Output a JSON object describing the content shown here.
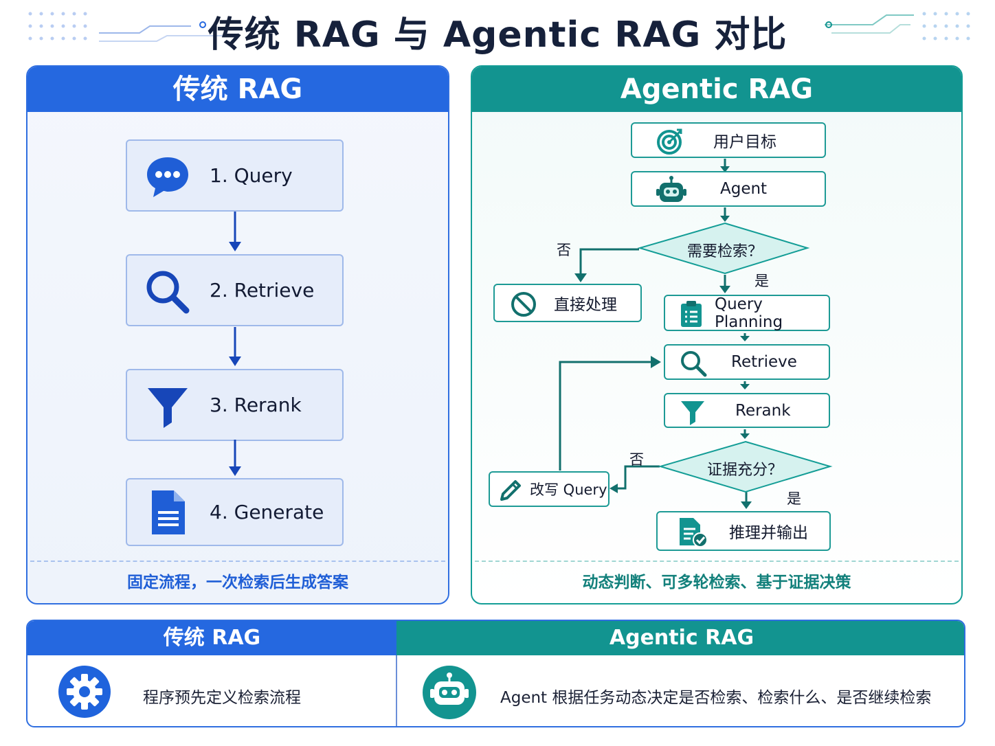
{
  "title": "传统 RAG 与 Agentic RAG 对比",
  "left": {
    "header": "传统 RAG",
    "steps": [
      {
        "label": "1. Query",
        "icon": "chat-bubble-icon"
      },
      {
        "label": "2. Retrieve",
        "icon": "search-icon"
      },
      {
        "label": "3. Rerank",
        "icon": "funnel-icon"
      },
      {
        "label": "4. Generate",
        "icon": "document-icon"
      }
    ],
    "footer": "固定流程，一次检索后生成答案"
  },
  "right": {
    "header": "Agentic RAG",
    "goal": "用户目标",
    "agent": "Agent",
    "decision1": "需要检索？",
    "no1": "否",
    "yes1": "是",
    "direct": "直接处理",
    "planning": "Query Planning",
    "retrieve": "Retrieve",
    "rerank": "Rerank",
    "decision2": "证据充分？",
    "no2": "否",
    "yes2": "是",
    "rewrite": "改写 Query",
    "output": "推理并输出",
    "footer": "动态判断、可多轮检索、基于证据决策"
  },
  "bottom": {
    "left_header": "传统 RAG",
    "left_text": "程序预先定义检索流程",
    "right_header": "Agentic RAG",
    "right_text": "Agent 根据任务动态决定是否检索、检索什么、是否继续检索"
  },
  "colors": {
    "blue": "#2568e0",
    "teal": "#129490",
    "dark_blue": "#1746b8"
  }
}
